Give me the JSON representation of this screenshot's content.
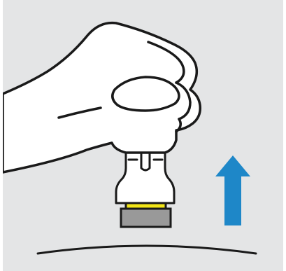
{
  "illustration": {
    "subject": "hand-lifting-autoinjector",
    "instruction_step": "lift-injector-up-from-skin",
    "colors": {
      "background": "#e4e5e6",
      "outline": "#1a1a1a",
      "fill": "#ffffff",
      "cap_grey": "#999999",
      "indicator_band": "#f2e619",
      "arrow": "#1e87c8"
    },
    "icons": [
      "hand-icon",
      "autoinjector-icon",
      "up-arrow-icon",
      "skin-surface-line"
    ]
  }
}
